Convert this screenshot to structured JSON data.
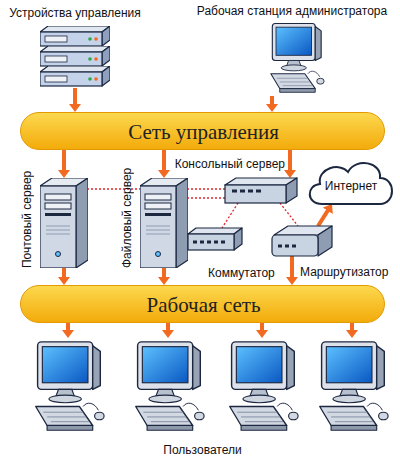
{
  "diagram": {
    "nodes": [
      {
        "text": [
          "Устройства управления"
        ]
      },
      {
        "text": [
          "Рабочая станция администратора"
        ]
      },
      {
        "text": [
          "Сеть управления"
        ]
      },
      {
        "text": [
          "Почтовый сервер"
        ]
      },
      {
        "text": [
          "Файловый сервер"
        ]
      },
      {
        "text": [
          "Консольный сервер"
        ]
      },
      {
        "text": [
          "Интернет"
        ]
      },
      {
        "text": [
          "Коммутатор"
        ]
      },
      {
        "text": [
          "Маршрутизатор"
        ]
      },
      {
        "text": [
          "Рабочая сеть"
        ]
      },
      {
        "text": [
          "Пользователи"
        ]
      }
    ],
    "edges": [
      {
        "from": 0,
        "to": 2,
        "arrow": "to"
      },
      {
        "from": 1,
        "to": 2,
        "arrow": "to"
      },
      {
        "from": 2,
        "to": 3,
        "arrow": "to"
      },
      {
        "from": 2,
        "to": 4,
        "arrow": "to"
      },
      {
        "from": 2,
        "to": 5,
        "arrow": "to"
      },
      {
        "from": 5,
        "to": 3,
        "arrow": "none"
      },
      {
        "from": 5,
        "to": 4,
        "arrow": "none"
      },
      {
        "from": 5,
        "to": 7,
        "arrow": "none"
      },
      {
        "from": 5,
        "to": 8,
        "arrow": "none"
      },
      {
        "from": 8,
        "to": 6,
        "arrow": "to"
      },
      {
        "from": 3,
        "to": 9,
        "arrow": "to"
      },
      {
        "from": 4,
        "to": 9,
        "arrow": "to"
      },
      {
        "from": 8,
        "to": 9,
        "arrow": "to"
      },
      {
        "from": 9,
        "to": 10,
        "arrow": "to"
      },
      {
        "from": 9,
        "to": 10,
        "arrow": "to"
      },
      {
        "from": 9,
        "to": 10,
        "arrow": "to"
      },
      {
        "from": 9,
        "to": 10,
        "arrow": "to"
      }
    ]
  }
}
